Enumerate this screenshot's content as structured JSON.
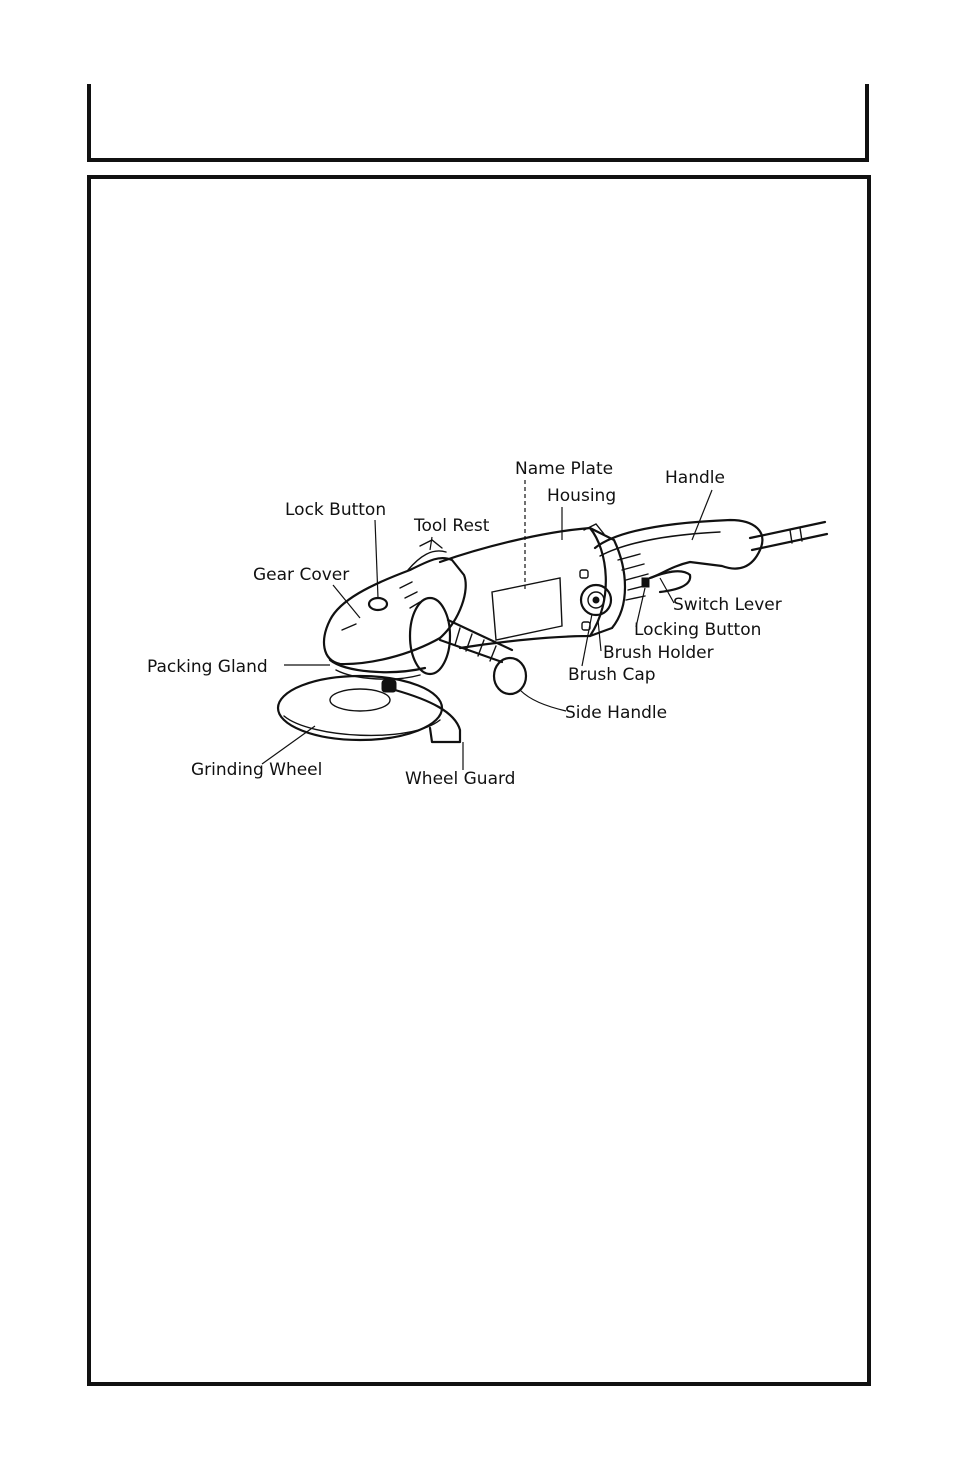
{
  "diagram": {
    "labels": {
      "name_plate": "Name Plate",
      "housing": "Housing",
      "handle": "Handle",
      "lock_button": "Lock Button",
      "tool_rest": "Tool Rest",
      "gear_cover": "Gear Cover",
      "switch_lever": "Switch Lever",
      "locking_button": "Locking Button",
      "brush_holder": "Brush Holder",
      "packing_gland": "Packing Gland",
      "brush_cap": "Brush Cap",
      "side_handle": "Side Handle",
      "grinding_wheel": "Grinding Wheel",
      "wheel_guard": "Wheel Guard"
    }
  }
}
